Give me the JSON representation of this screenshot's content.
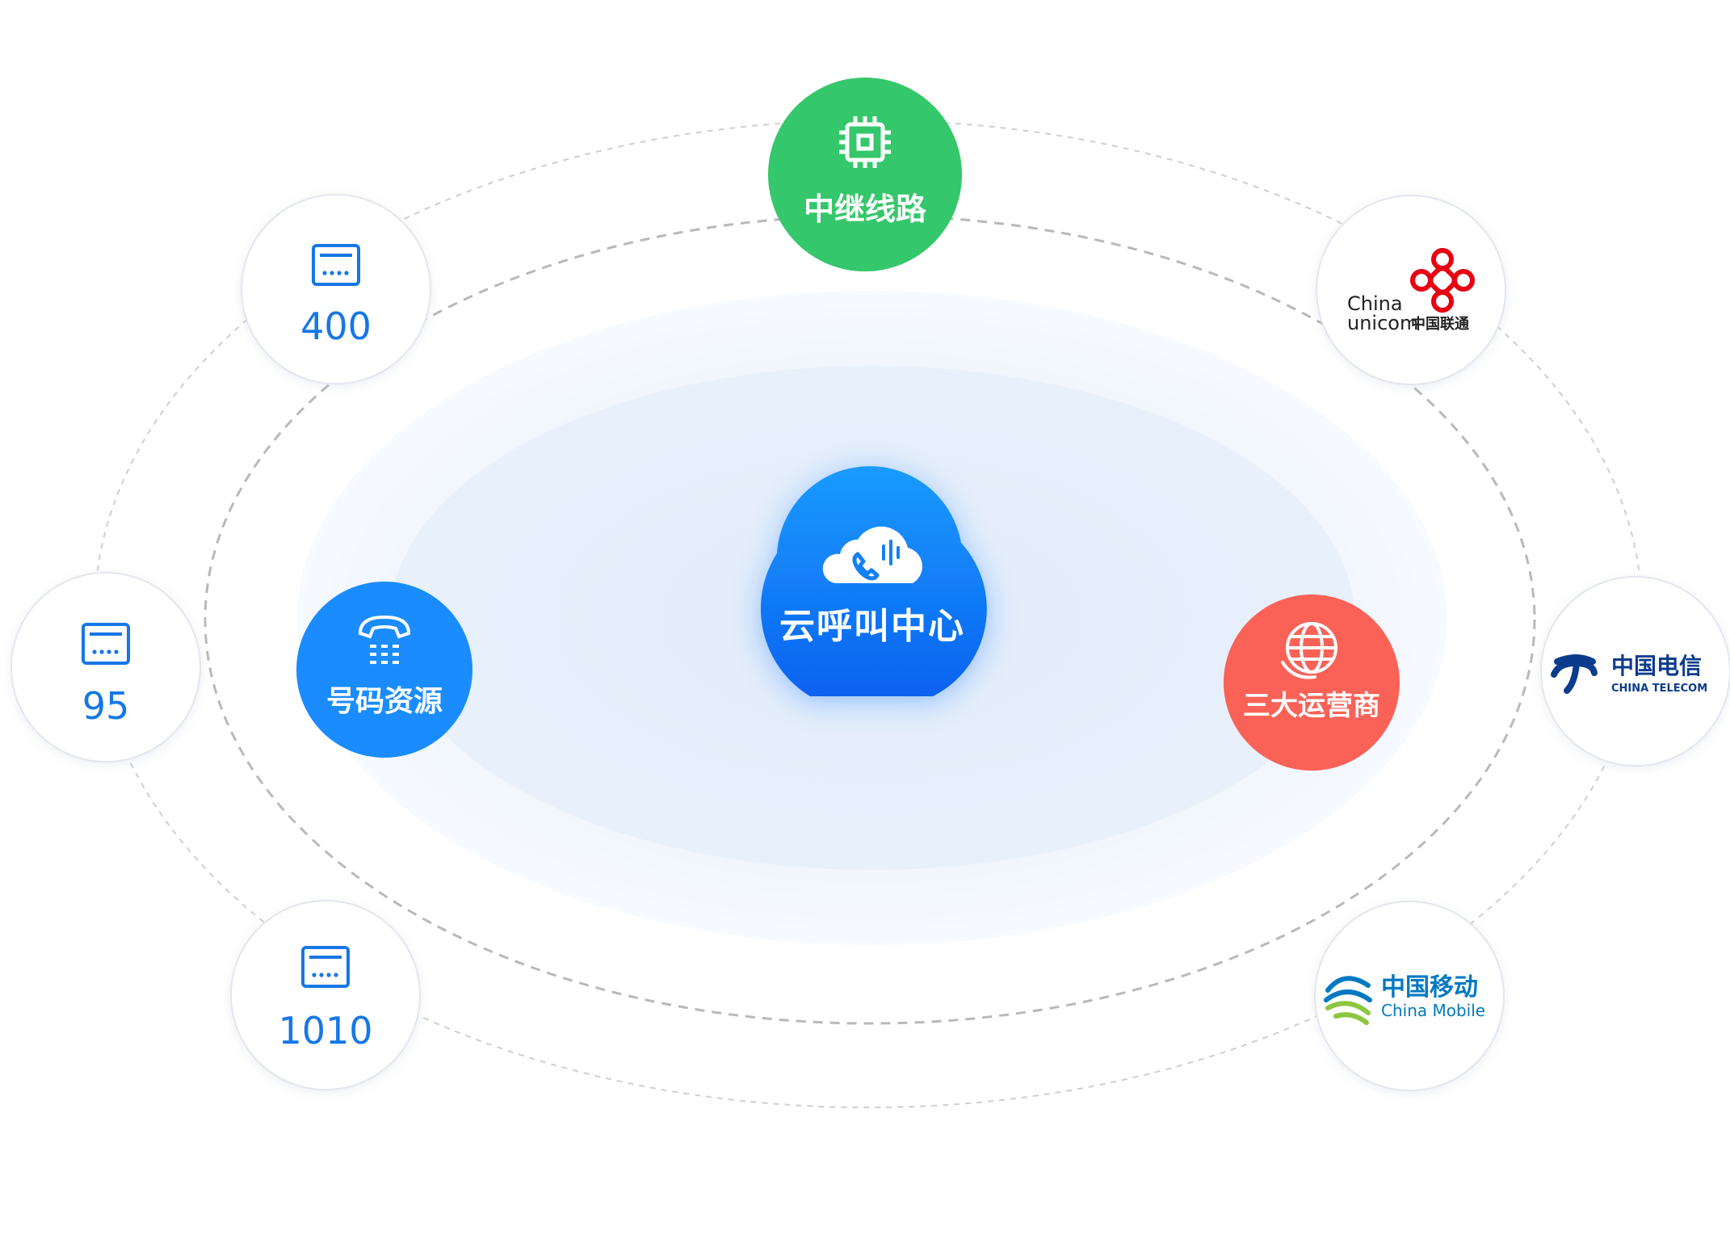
{
  "center": {
    "label": "云呼叫中心"
  },
  "inner_nodes": {
    "trunk": {
      "label": "中继线路",
      "color": "#35c76b"
    },
    "numbers": {
      "label": "号码资源",
      "color": "#1a8cff"
    },
    "carriers": {
      "label": "三大运营商",
      "color": "#fa6257"
    }
  },
  "number_nodes": [
    {
      "label": "400"
    },
    {
      "label": "95"
    },
    {
      "label": "1010"
    }
  ],
  "carrier_logos": {
    "unicom": {
      "line1": "China",
      "line2": "unicom",
      "cn": "中国联通",
      "color": "#e60012"
    },
    "telecom": {
      "cn": "中国电信",
      "en": "CHINA TELECOM",
      "color": "#0b3c8c"
    },
    "mobile": {
      "cn": "中国移动",
      "en": "China Mobile",
      "color": "#0079c2"
    }
  },
  "colors": {
    "number_text": "#1677e6",
    "cloud_top": "#1a9bff",
    "cloud_bottom": "#0a62f0",
    "orbit": "#c4c4c4",
    "glow_outer": "#f3f8fe",
    "glow_inner": "#e6effb"
  }
}
